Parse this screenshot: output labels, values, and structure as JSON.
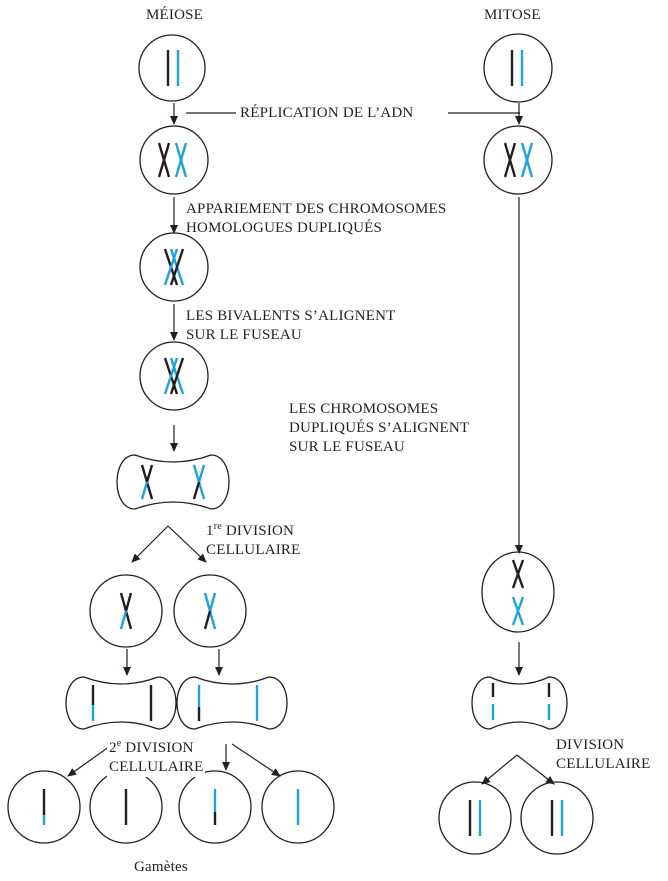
{
  "colors": {
    "outline": "#231f20",
    "chromosome_dark": "#231f20",
    "chromosome_blue": "#1fa3dd",
    "background": "#ffffff"
  },
  "titles": {
    "meiosis": "MÉIOSE",
    "mitosis": "MITOSE"
  },
  "steps": {
    "replication": "RÉPLICATION DE L’ADN",
    "pairing_line1": "APPARIEMENT DES CHROMOSOMES",
    "pairing_line2": "HOMOLOGUES DUPLIQUÉS",
    "bivalents_line1": "LES BIVALENTS S’ALIGNENT",
    "bivalents_line2": "SUR LE FUSEAU",
    "mitosis_align_line1": "LES CHROMOSOMES",
    "mitosis_align_line2": "DUPLIQUÉS S’ALIGNENT",
    "mitosis_align_line3": "SUR LE FUSEAU",
    "first_division_num": "1",
    "first_division_sup": "re",
    "first_division_rest": " DIVISION",
    "first_division_line2": "CELLULAIRE",
    "second_division_num": "2",
    "second_division_sup": "e",
    "second_division_rest": " DIVISION",
    "second_division_line2": "CELLULAIRE",
    "mitosis_division_line1": "DIVISION",
    "mitosis_division_line2": "CELLULAIRE",
    "gametes": "Gamètes"
  }
}
